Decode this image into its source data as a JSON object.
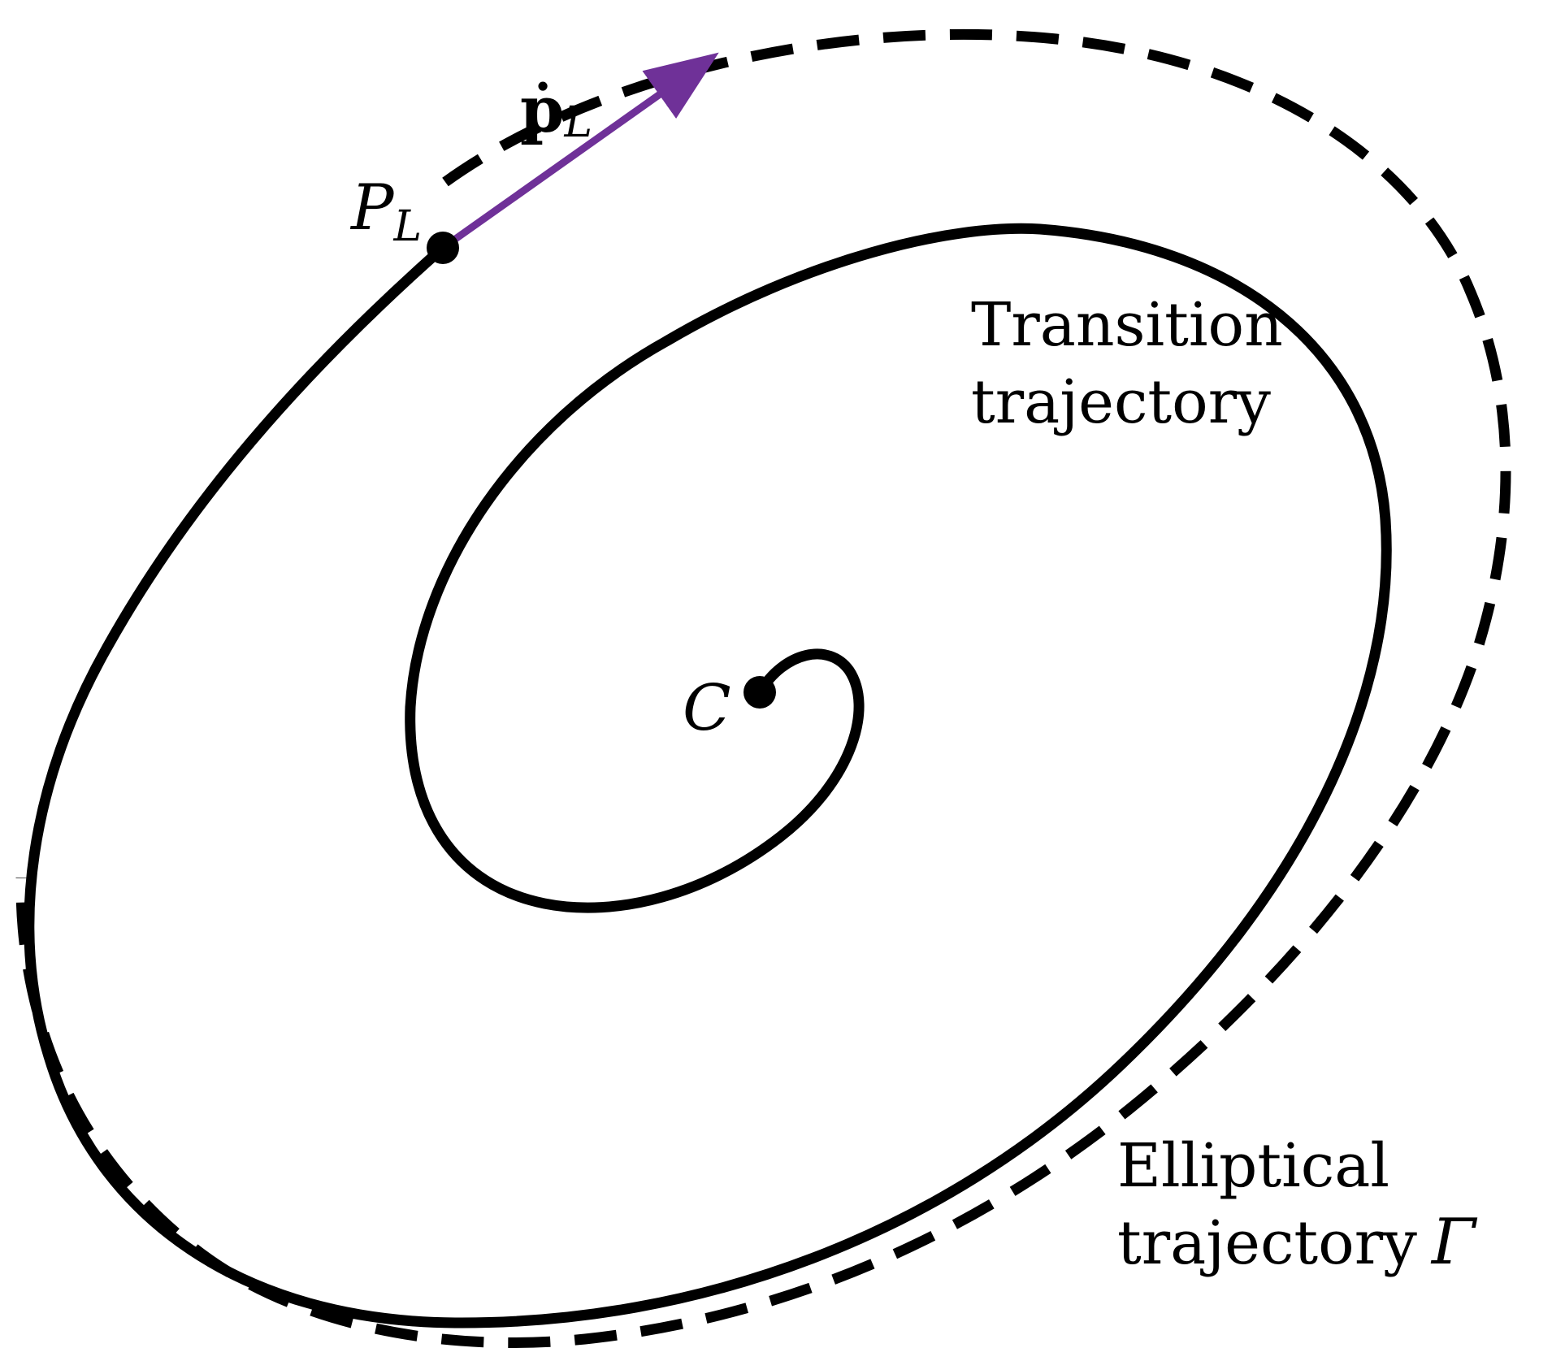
{
  "labels": {
    "velocity_symbol": "ṗ",
    "velocity_subscript": "L",
    "point_p_symbol": "P",
    "point_p_subscript": "L",
    "center_symbol": "C",
    "transition_line1": "Transition",
    "transition_line2": "trajectory",
    "elliptical_line1": "Elliptical",
    "elliptical_line2": "trajectory",
    "elliptical_gamma": "Γ"
  },
  "colors": {
    "curve": "#000000",
    "arrow": "#6f3198",
    "background": "#ffffff"
  }
}
